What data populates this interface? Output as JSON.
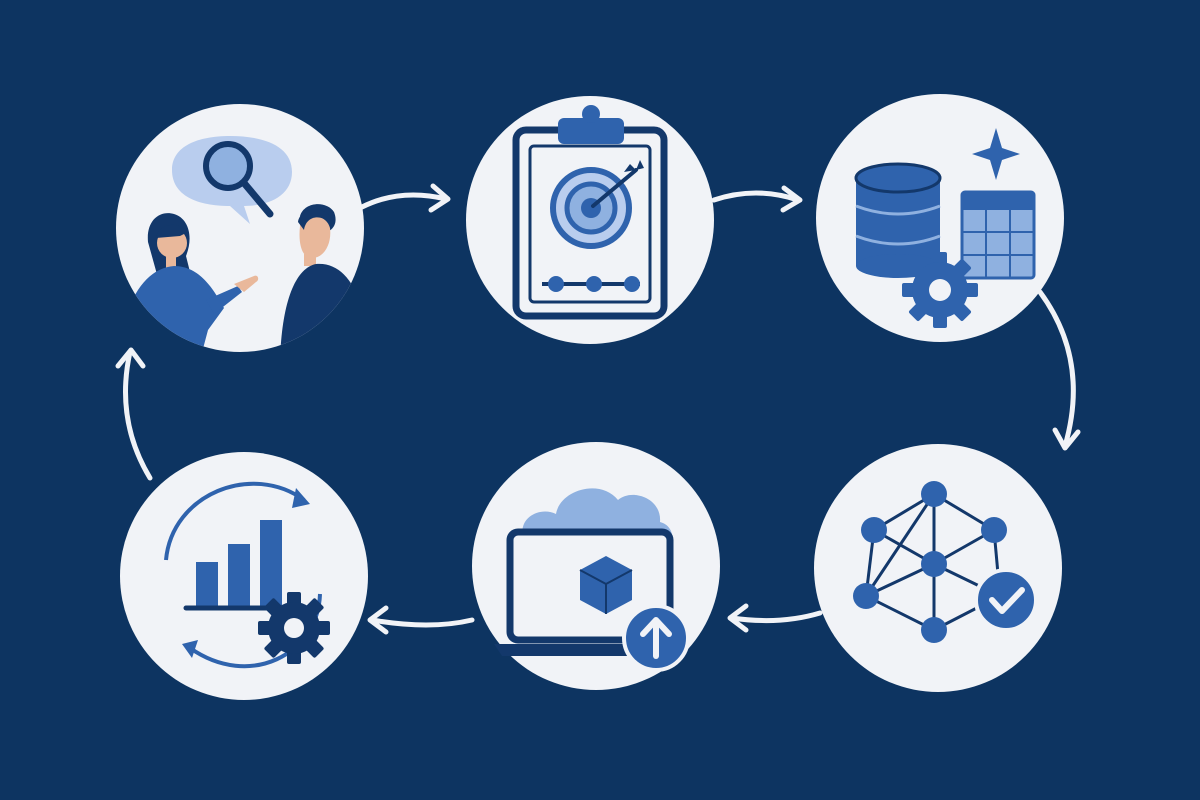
{
  "diagram": {
    "type": "cycle",
    "steps": [
      {
        "id": "step-1",
        "icon": "people-discussion-search-icon"
      },
      {
        "id": "step-2",
        "icon": "clipboard-target-icon"
      },
      {
        "id": "step-3",
        "icon": "database-table-gear-icon"
      },
      {
        "id": "step-4",
        "icon": "network-check-icon"
      },
      {
        "id": "step-5",
        "icon": "laptop-cloud-deploy-icon"
      },
      {
        "id": "step-6",
        "icon": "chart-cycle-gear-icon"
      }
    ],
    "flow": [
      "step-1",
      "step-2",
      "step-3",
      "step-4",
      "step-5",
      "step-6",
      "step-1"
    ]
  },
  "colors": {
    "background": "#0d3461",
    "circle": "#f1f3f7",
    "navy": "#13386b",
    "blue": "#2f63ad",
    "light_blue": "#8fb1e0",
    "pale_blue": "#b9cdee",
    "skin": "#e9b89b"
  }
}
